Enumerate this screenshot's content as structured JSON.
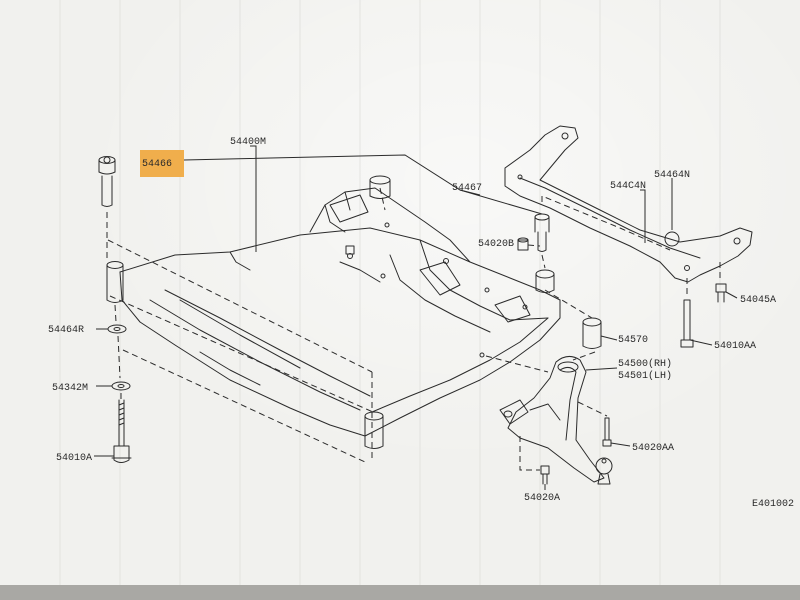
{
  "callouts": {
    "subframe": "54400M",
    "upper_bolt_hl": "54466",
    "link_bolt": "54467",
    "nut": "54020B",
    "stabilizer_bar": "544C4N",
    "bushing": "54464N",
    "bolt_right_top": "54045A",
    "bolt_right_long": "54010AA",
    "lower_bush_left": "54464R",
    "washer_left": "54342M",
    "bolt_left": "54010A",
    "arm_bush": "54570",
    "arm_rh": "54500(RH)",
    "arm_lh": "54501(LH)",
    "bolt_arm_right": "54020AA",
    "bolt_arm_bottom": "54020A",
    "figure_code": "E401002"
  },
  "colors": {
    "paper": "#f4f4f1",
    "ink": "#2b2b2b",
    "highlight": "#f0a63a"
  }
}
